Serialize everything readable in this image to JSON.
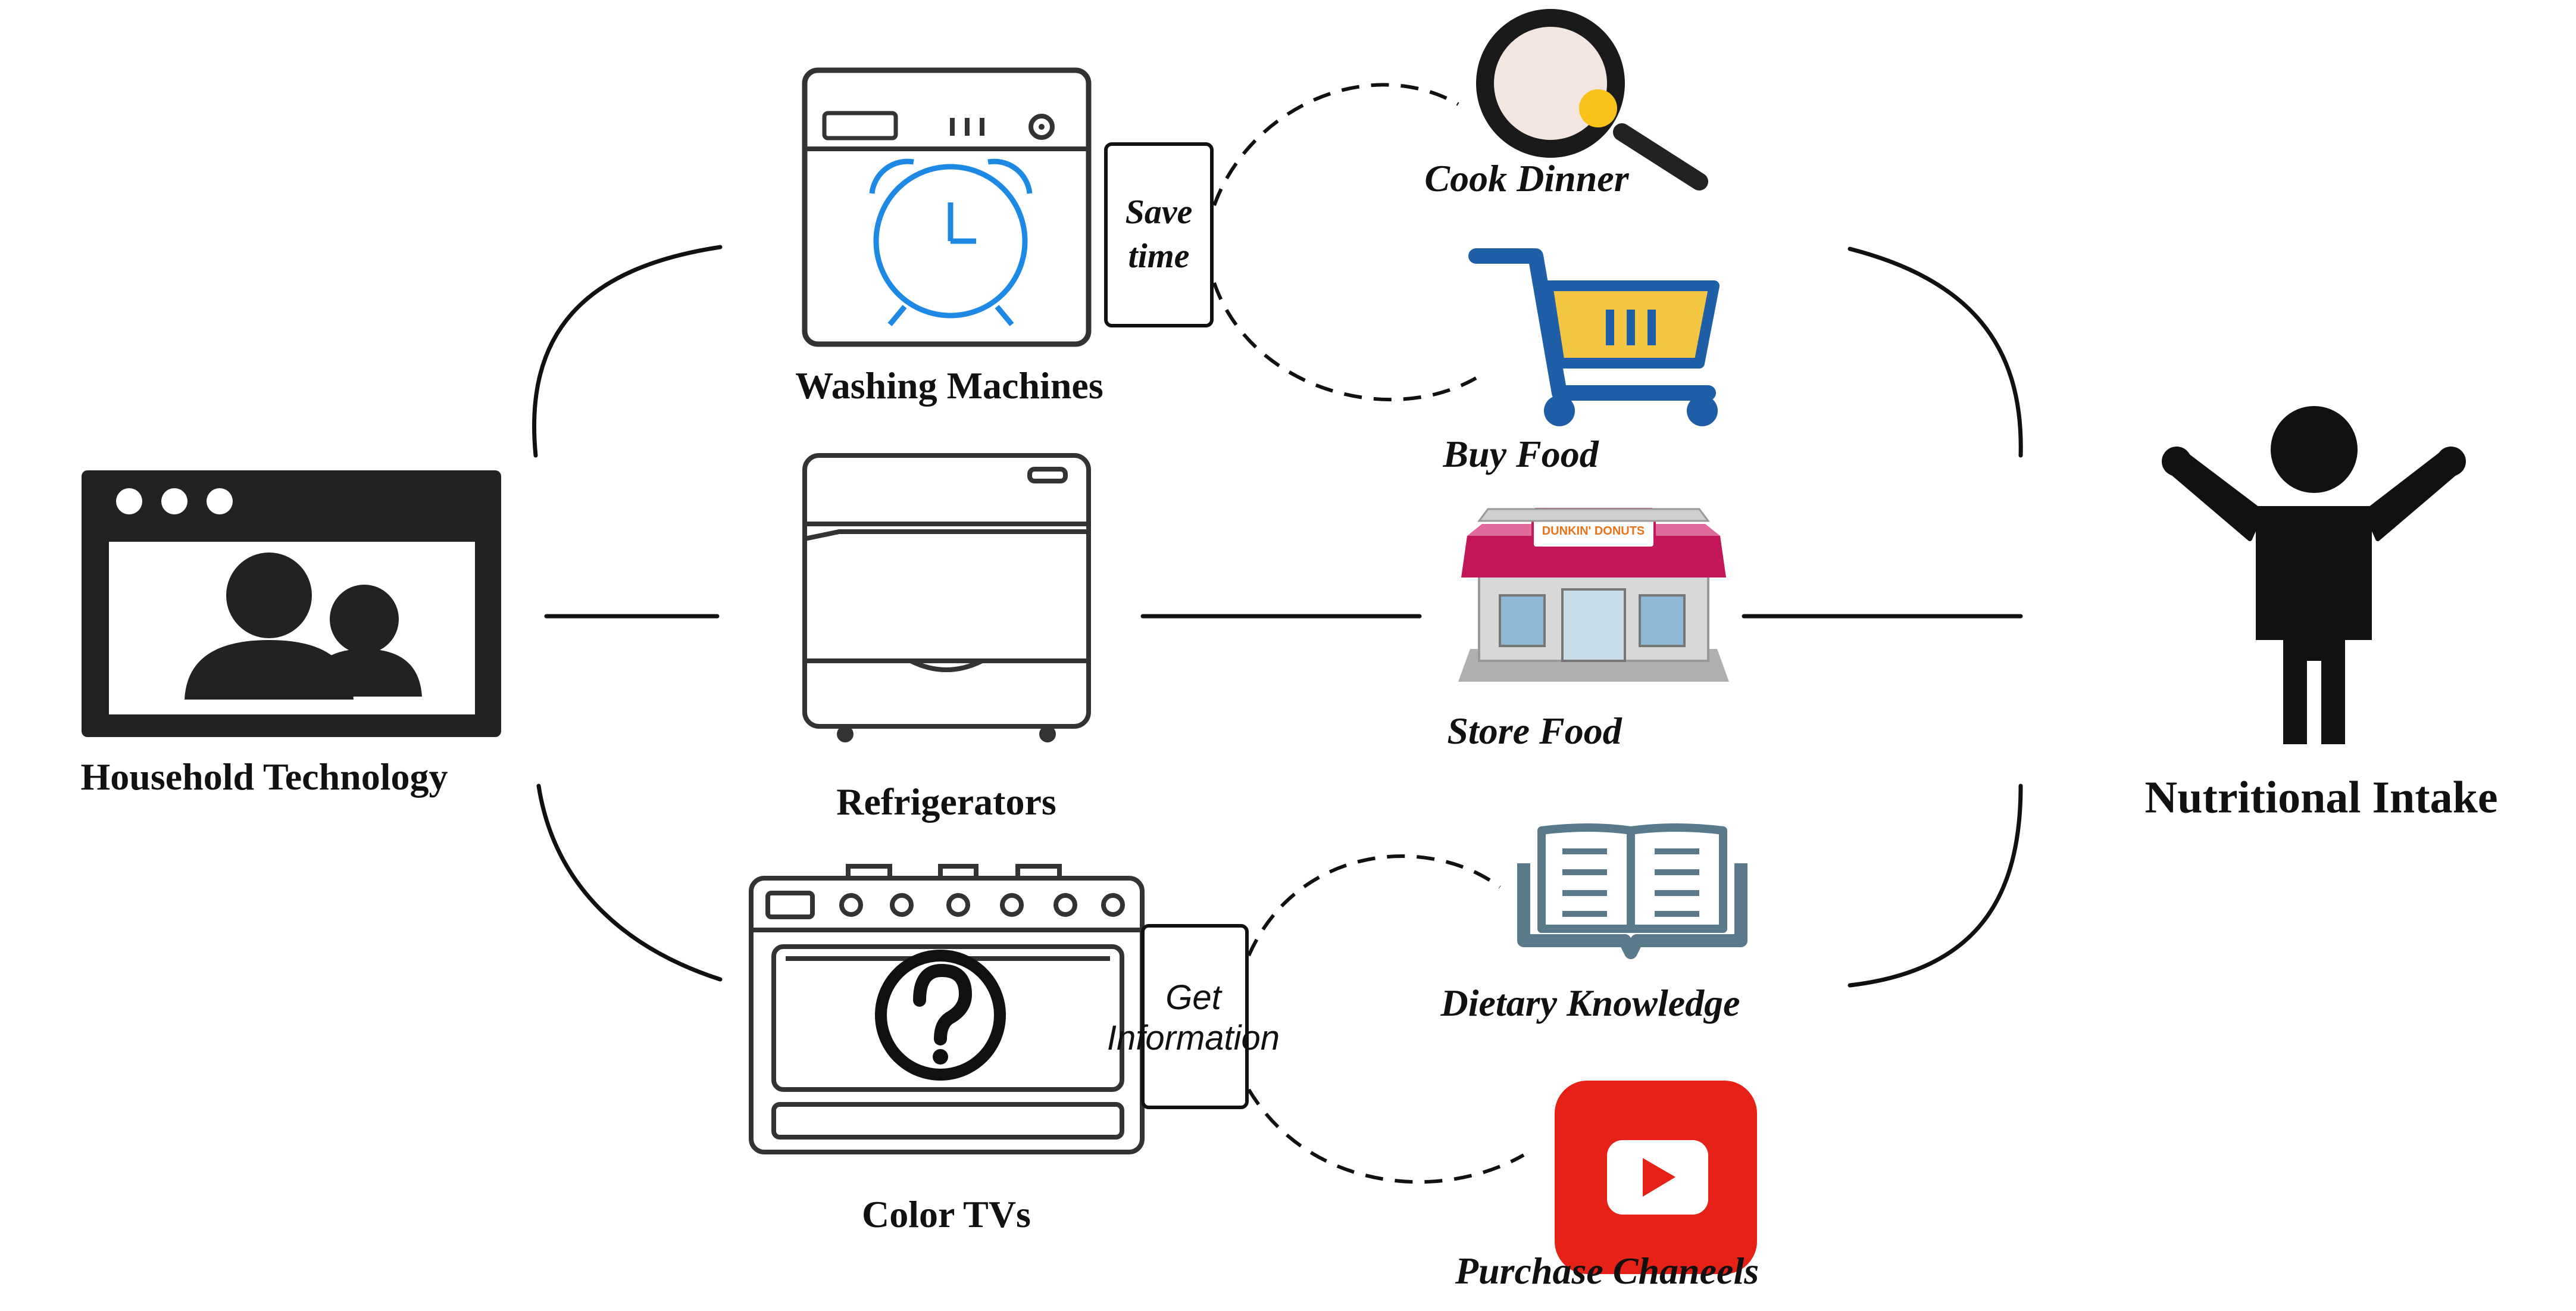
{
  "labels": {
    "household": "Household Technology",
    "washing": "Washing Machines",
    "fridge": "Refrigerators",
    "tv": "Color TVs",
    "nutrition": "Nutritional Intake",
    "cook": "Cook Dinner",
    "buy": "Buy Food",
    "store": "Store Food",
    "knowledge": "Dietary Knowledge",
    "purchase": "Purchase Chaneels"
  },
  "notes": {
    "save_line1": "Save",
    "save_line2": "time",
    "get_line1": "Get",
    "get_line2": "Information"
  },
  "store_sign": "DUNKIN' DONUTS",
  "colors": {
    "clock": "#1e88e5",
    "cart_blue": "#1f5fa8",
    "cart_basket": "#f4c542",
    "youtube": "#e62117",
    "book": "#5a7a8c",
    "egg_yolk": "#f9c21a",
    "store_awning": "#c2185b"
  }
}
